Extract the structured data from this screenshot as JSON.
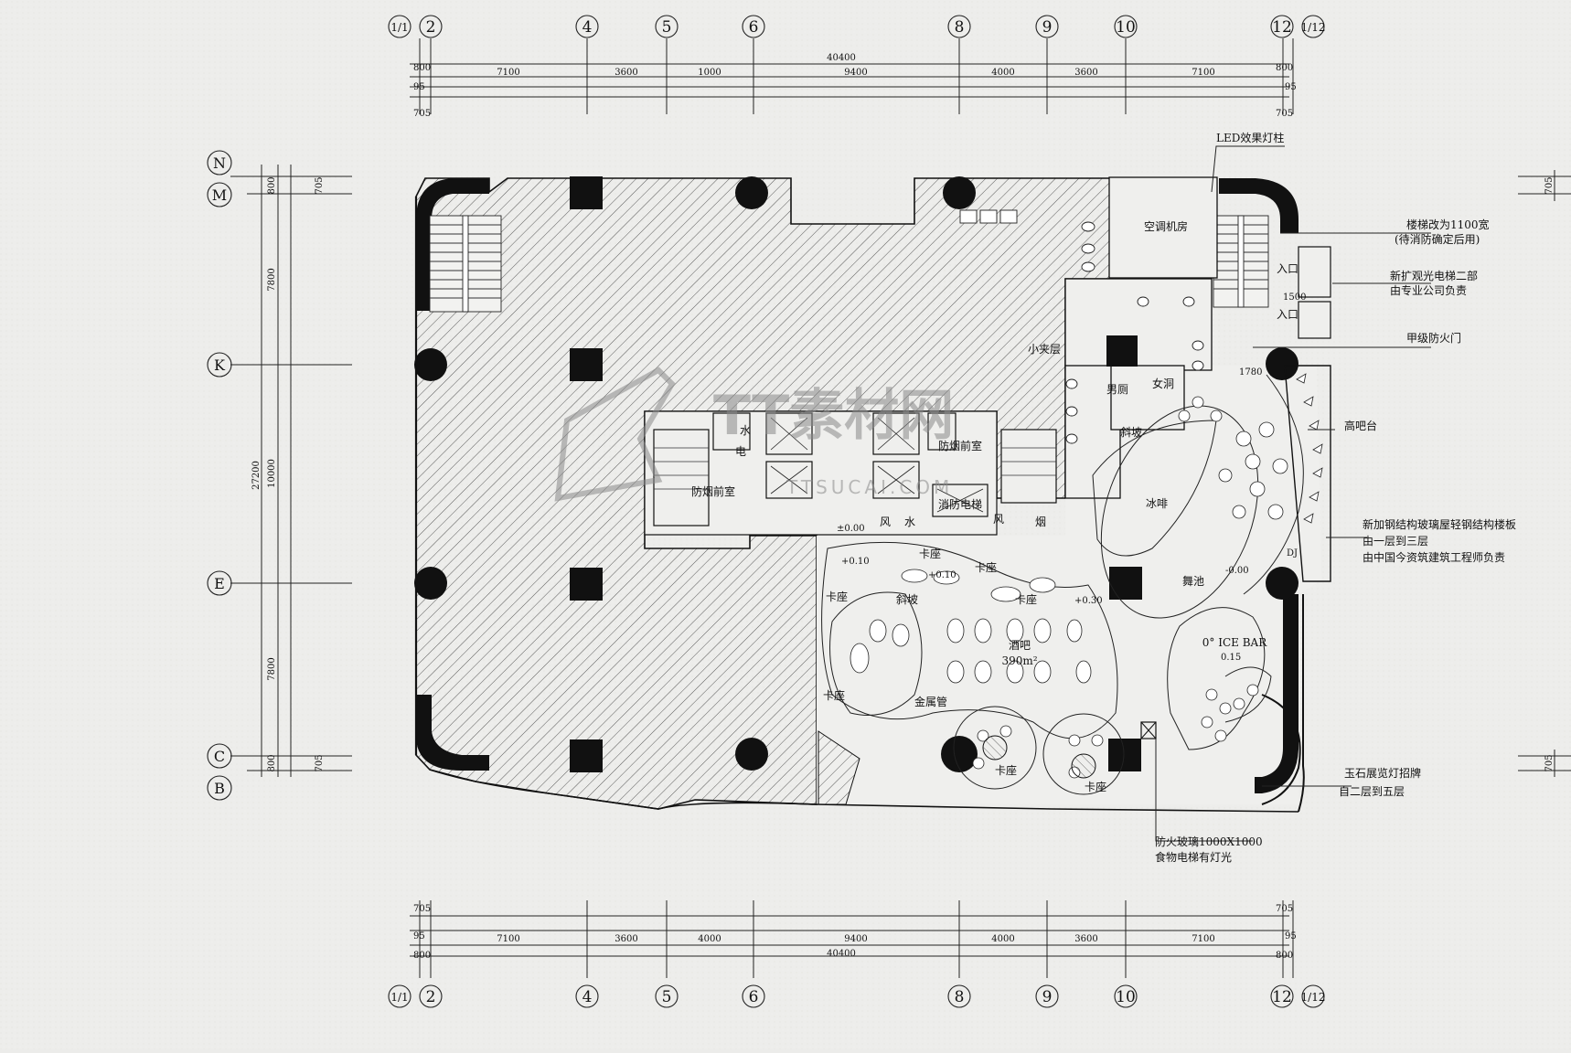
{
  "grid": {
    "columns": [
      "1/1",
      "2",
      "4",
      "5",
      "6",
      "8",
      "9",
      "10",
      "12",
      "1/12"
    ],
    "rows": [
      "N",
      "M",
      "K",
      "E",
      "C",
      "B"
    ]
  },
  "dims": {
    "top_total": "40400",
    "top_spans": [
      "7100",
      "3600",
      "1000",
      "9400",
      "4000",
      "3600",
      "7100"
    ],
    "bottom_total": "40400",
    "bottom_spans": [
      "7100",
      "3600",
      "4000",
      "9400",
      "4000",
      "3600",
      "7100"
    ],
    "edge_800": "800",
    "edge_95": "95",
    "edge_705": "705",
    "left_total": "27200",
    "left_spans": [
      "7800",
      "10000",
      "7800"
    ],
    "right_705": "705"
  },
  "rooms": {
    "air_room": "空调机房",
    "mens_wc": "男厕",
    "womens_wc": "女洞",
    "mezz": "小夹层",
    "ramp_r": "斜坡",
    "ramp_l": "斜坡",
    "smoke_front_l": "防烟前室",
    "smoke_front_r": "防烟前室",
    "fire_elevator": "消防电梯",
    "water1": "水",
    "elec": "电",
    "wind1": "风",
    "water2": "水",
    "wind2": "风",
    "smoke": "烟",
    "ice_cafe": "冰啡",
    "dance_floor": "舞池",
    "bar_main": "酒吧",
    "bar_area": "390m²",
    "booth1": "卡座",
    "booth2": "卡座",
    "booth3": "卡座",
    "booth4": "卡座",
    "booth5": "卡座",
    "booth6": "卡座",
    "booth7": "卡座",
    "metal_pipe": "金属管",
    "ice_bar": "0° ICE BAR",
    "lvl_0": "±0.00",
    "lvl_010a": "+0.10",
    "lvl_010b": "+0.10",
    "lvl_030": "+0.30",
    "lvl_m000": "-0.00",
    "lvl_015": "0.15",
    "dim_1780": "1780",
    "dim_1500": "1500",
    "entry1": "入口",
    "entry2": "入口",
    "dj": "DJ"
  },
  "notes": {
    "led": "LED效果灯柱",
    "stair_1": "楼梯改为1100宽",
    "stair_2": "(待消防确定后用)",
    "elev_1": "新扩观光电梯二部",
    "elev_2": "由专业公司负责",
    "firedoor": "甲级防火门",
    "highbar": "高吧台",
    "glass_1": "新加钢结构玻璃屋轻钢结构楼板",
    "glass_2": "由一层到三层",
    "glass_3": "由中国今资筑建筑工程师负责",
    "showcase_1": "玉石展览灯招牌",
    "showcase_2": "自二层到五层",
    "fireglass_1": "防火玻璃1000X1000",
    "fireglass_2": "食物电梯有灯光"
  },
  "watermark": {
    "cn": "TT素材网",
    "en": "TTSUCAI.COM"
  }
}
